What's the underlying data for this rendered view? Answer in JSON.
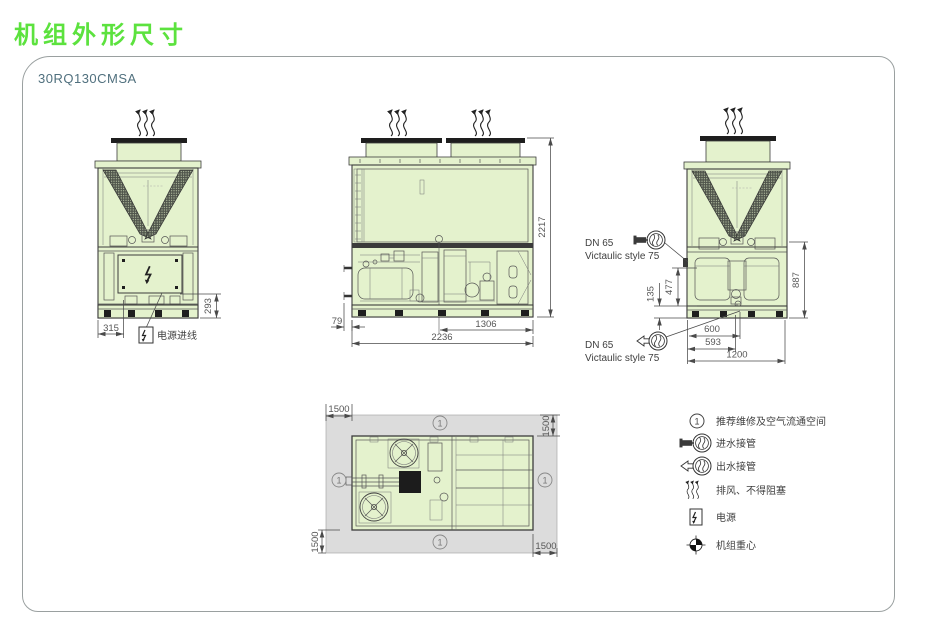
{
  "title": "机组外形尺寸",
  "model": "30RQ130CMSA",
  "views": {
    "left": {
      "dim_width_315": "315",
      "dim_height_293": "293",
      "label_power_inlet": "电源进线"
    },
    "side": {
      "dim_height_2217": "2217",
      "dim_offset_79": "79",
      "dim_conn_1306": "1306",
      "dim_length_2236": "2236"
    },
    "right": {
      "pipe_in_line1": "DN 65",
      "pipe_in_line2": "Victaulic style 75",
      "pipe_out_line1": "DN 65",
      "pipe_out_line2": "Victaulic style 75",
      "dim_887": "887",
      "dim_135": "135",
      "dim_477": "477",
      "dim_600": "600",
      "dim_593": "593",
      "dim_1200": "1200"
    },
    "plan": {
      "marker": "1",
      "clearance_top_left": "1500",
      "clearance_top_right": "1500",
      "clearance_bottom_left": "1500",
      "clearance_bottom_right": "1500"
    }
  },
  "legend": {
    "marker": "1",
    "items": [
      {
        "icon": "circle-1-icon",
        "label": "推荐维修及空气流通空间"
      },
      {
        "icon": "water-inlet-icon",
        "label": "进水接管"
      },
      {
        "icon": "water-outlet-icon",
        "label": "出水接管"
      },
      {
        "icon": "exhaust-icon",
        "label": "排风、不得阻塞"
      },
      {
        "icon": "power-icon",
        "label": "电源"
      },
      {
        "icon": "gravity-icon",
        "label": "机组重心"
      }
    ]
  }
}
